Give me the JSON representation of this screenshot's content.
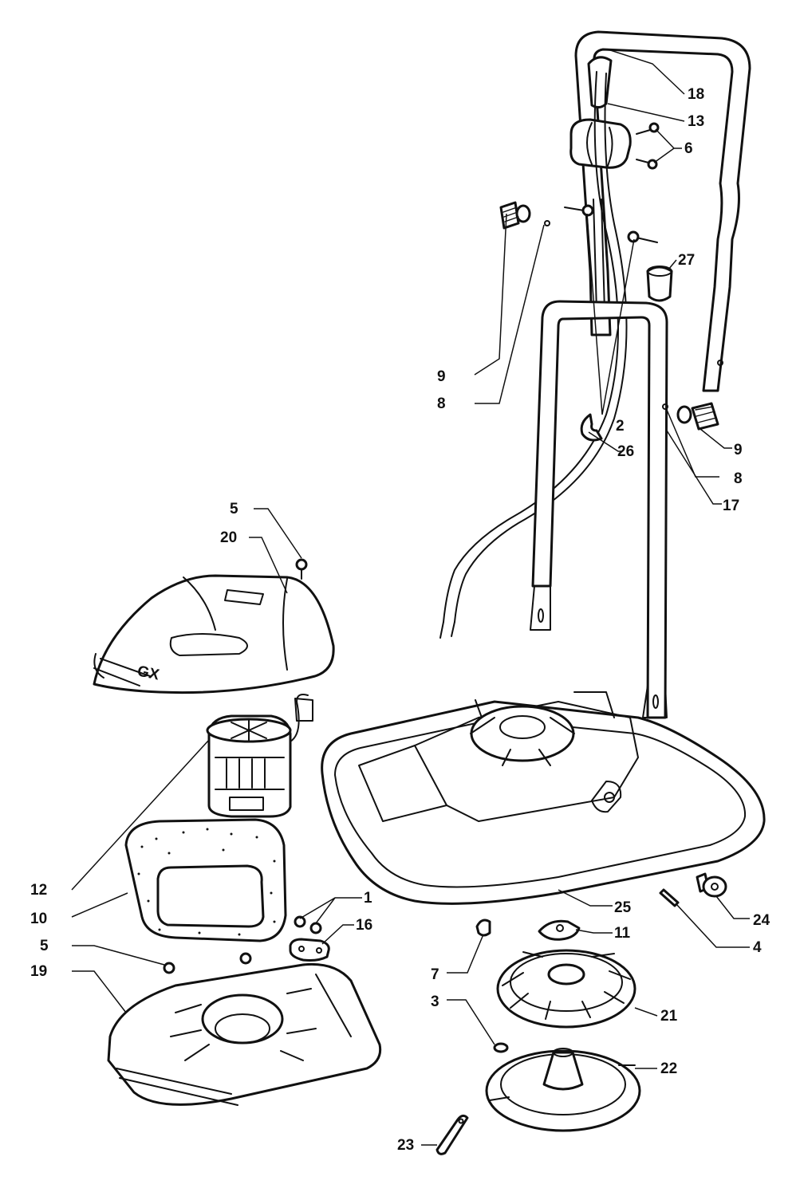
{
  "callouts": [
    {
      "id": "18",
      "label": "18"
    },
    {
      "id": "13",
      "label": "13"
    },
    {
      "id": "6",
      "label": "6"
    },
    {
      "id": "27",
      "label": "27"
    },
    {
      "id": "9a",
      "label": "9"
    },
    {
      "id": "8a",
      "label": "8"
    },
    {
      "id": "2",
      "label": "2"
    },
    {
      "id": "26",
      "label": "26"
    },
    {
      "id": "9b",
      "label": "9"
    },
    {
      "id": "8b",
      "label": "8"
    },
    {
      "id": "17",
      "label": "17"
    },
    {
      "id": "5a",
      "label": "5"
    },
    {
      "id": "20",
      "label": "20"
    },
    {
      "id": "12",
      "label": "12"
    },
    {
      "id": "10",
      "label": "10"
    },
    {
      "id": "1",
      "label": "1"
    },
    {
      "id": "16",
      "label": "16"
    },
    {
      "id": "5b",
      "label": "5"
    },
    {
      "id": "19",
      "label": "19"
    },
    {
      "id": "25",
      "label": "25"
    },
    {
      "id": "24",
      "label": "24"
    },
    {
      "id": "11",
      "label": "11"
    },
    {
      "id": "4",
      "label": "4"
    },
    {
      "id": "7",
      "label": "7"
    },
    {
      "id": "21",
      "label": "21"
    },
    {
      "id": "3",
      "label": "3"
    },
    {
      "id": "22",
      "label": "22"
    },
    {
      "id": "23",
      "label": "23"
    }
  ],
  "cover_marking": "GX",
  "colors": {
    "ink": "#111111",
    "paper": "#ffffff"
  }
}
